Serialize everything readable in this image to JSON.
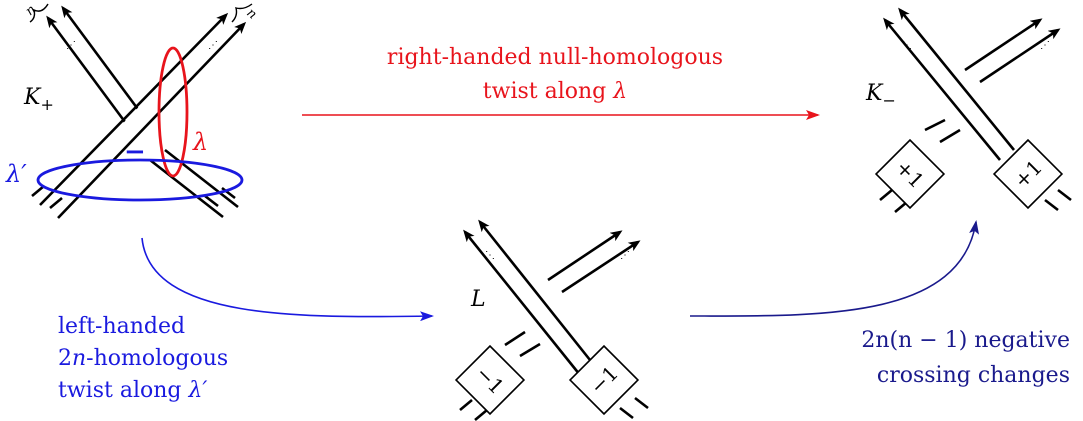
{
  "labels": {
    "n": "n",
    "k_plus_base": "K",
    "k_plus_sub": "+",
    "lambda": "λ",
    "lambda_prime": "λ′",
    "minus_sign": "−",
    "k_minus_base": "K",
    "k_minus_sub": "−",
    "l": "L",
    "box_plus": "+1",
    "box_minus": "−1"
  },
  "arrows": {
    "top": {
      "line1": "right-handed null-homologous",
      "line2": "twist along ",
      "line2_sym": "λ"
    },
    "left": {
      "line1": "left-handed",
      "line2_num": "2",
      "line2_var": "n",
      "line2_rest": "-homologous",
      "line3": "twist along ",
      "line3_sym": "λ′"
    },
    "right": {
      "line1": "2n(n − 1) negative",
      "line2": "crossing changes"
    }
  },
  "colors": {
    "red": "#e8141c",
    "blue": "#1a1adf",
    "navy": "#1a1a8c",
    "black": "#000000"
  }
}
